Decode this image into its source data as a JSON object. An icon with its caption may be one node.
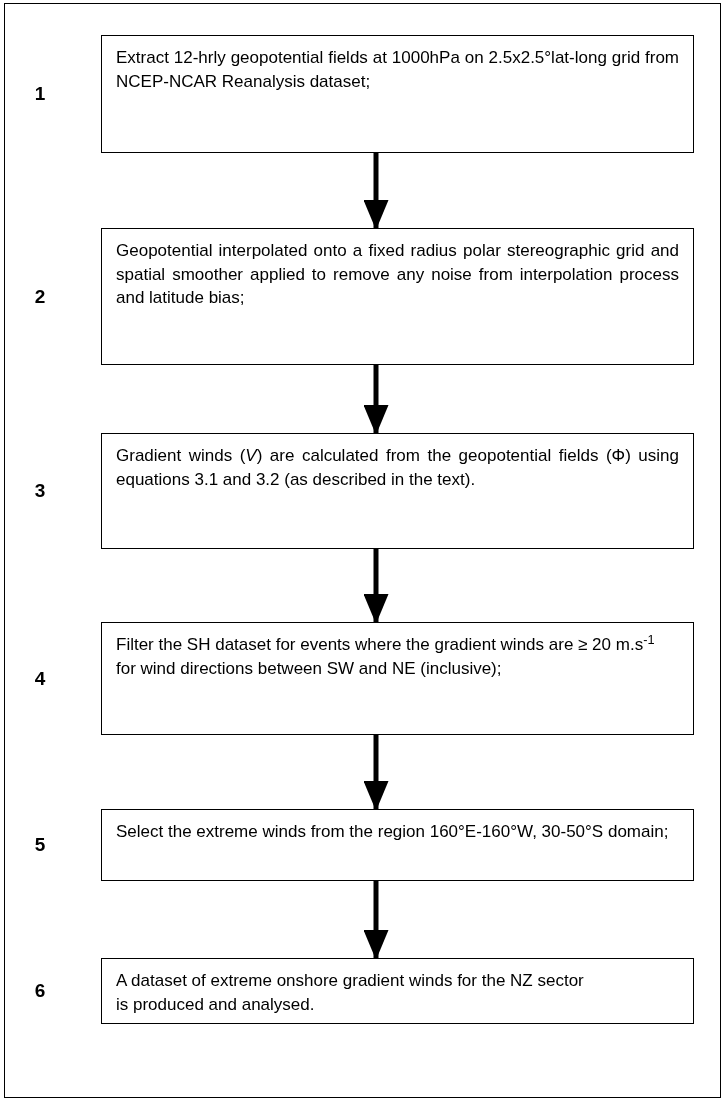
{
  "diagram": {
    "nodes": [
      {
        "text": [
          "Extract 12-hrly geopotential fields at 1000hPa on 2.5x2.5°lat-long grid from NCEP-NCAR Reanalysis dataset;"
        ],
        "beside": [
          "1"
        ]
      },
      {
        "text": [
          "Geopotential interpolated onto a fixed radius polar stereographic grid and spatial smoother applied to remove any noise from interpolation process and latitude bias;"
        ],
        "beside": [
          "2"
        ]
      },
      {
        "text": [
          "Gradient winds (*V*) are calculated from the geopotential fields (Φ) using equations 3.1 and 3.2 (as described in the text)."
        ],
        "beside": [
          "3"
        ]
      },
      {
        "text": [
          "Filter the SH dataset for events where the gradient winds are ≥ 20 m.s$^{-1}$ for wind directions between SW and NE (inclusive);"
        ],
        "beside": [
          "4"
        ]
      },
      {
        "text": [
          "Select the extreme winds from the region 160°E-160°W, 30-50°S domain;"
        ],
        "beside": [
          "5"
        ]
      },
      {
        "text": [
          "A dataset of extreme onshore gradient winds for the NZ sector is produced and analysed."
        ],
        "beside": [
          "6"
        ]
      }
    ],
    "edges": [
      {
        "from": 0,
        "to": 1,
        "arrow": "to"
      },
      {
        "from": 1,
        "to": 2,
        "arrow": "to"
      },
      {
        "from": 2,
        "to": 3,
        "arrow": "to"
      },
      {
        "from": 3,
        "to": 4,
        "arrow": "to"
      },
      {
        "from": 4,
        "to": 5,
        "arrow": "to"
      }
    ]
  }
}
